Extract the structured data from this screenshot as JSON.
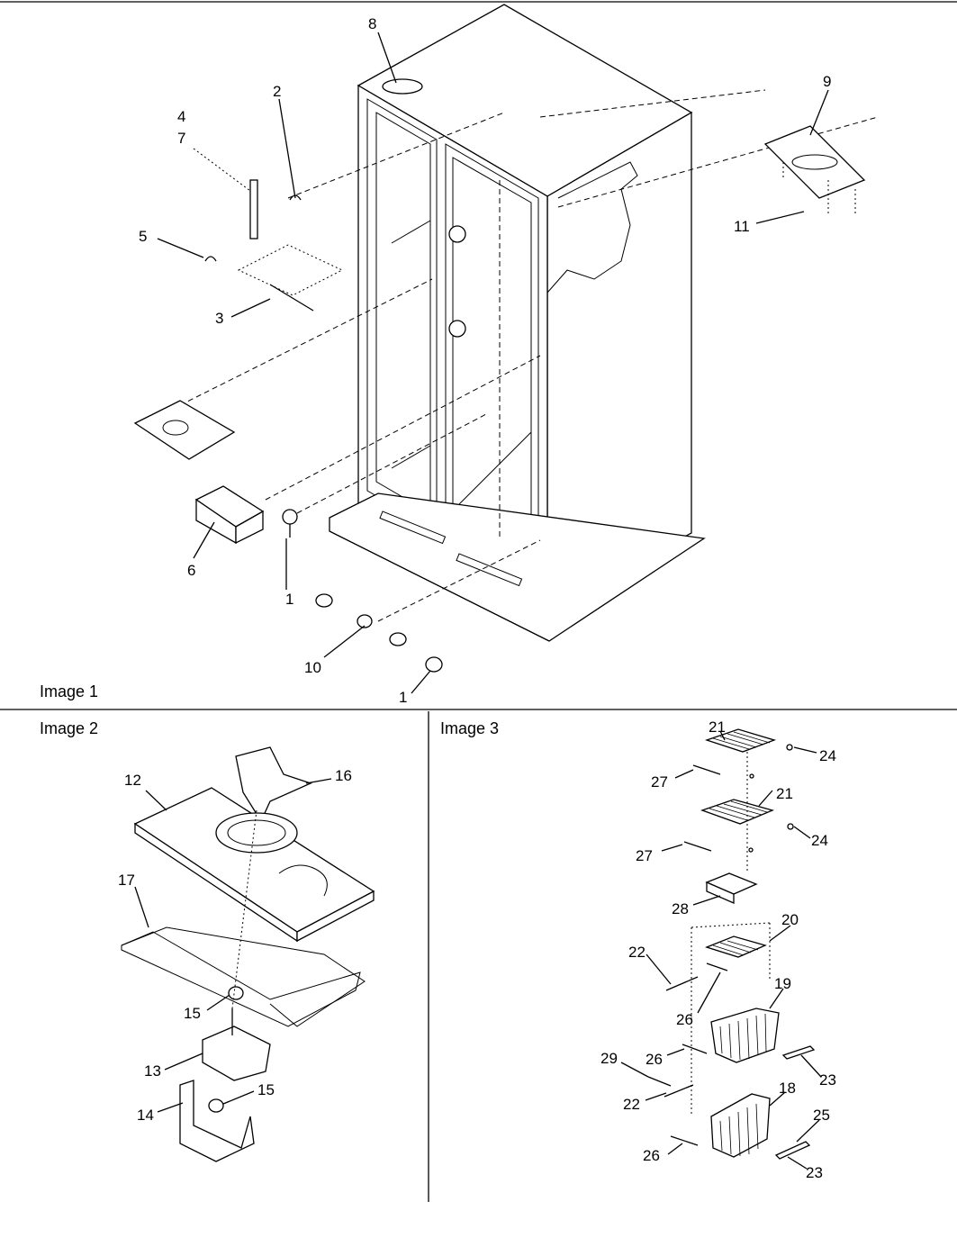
{
  "panels": [
    {
      "caption": "Image 1"
    },
    {
      "caption": "Image 2"
    },
    {
      "caption": "Image 3"
    }
  ],
  "callouts": {
    "image1": [
      "1",
      "1",
      "2",
      "3",
      "4",
      "5",
      "6",
      "7",
      "8",
      "9",
      "10",
      "11"
    ],
    "image2": [
      "12",
      "13",
      "14",
      "15",
      "15",
      "16",
      "17"
    ],
    "image3": [
      "18",
      "19",
      "20",
      "21",
      "21",
      "22",
      "22",
      "23",
      "23",
      "24",
      "24",
      "25",
      "26",
      "26",
      "26",
      "27",
      "27",
      "28",
      "29"
    ]
  }
}
